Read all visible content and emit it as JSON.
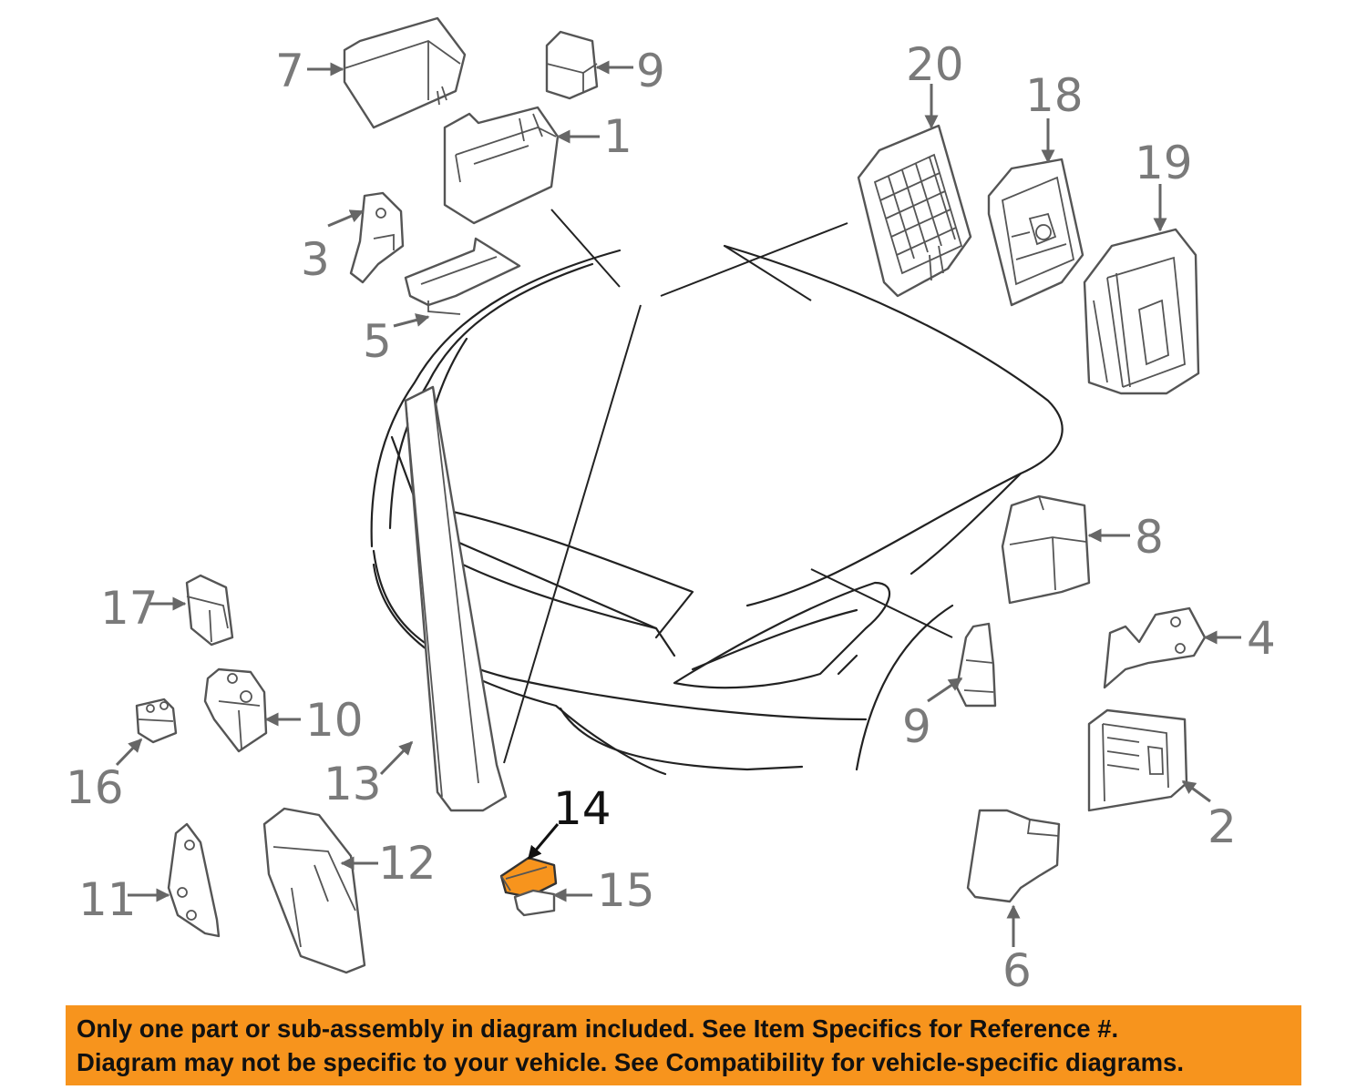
{
  "callouts": [
    {
      "id": "c1",
      "label": "1"
    },
    {
      "id": "c2",
      "label": "2"
    },
    {
      "id": "c3",
      "label": "3"
    },
    {
      "id": "c4",
      "label": "4"
    },
    {
      "id": "c5",
      "label": "5"
    },
    {
      "id": "c6",
      "label": "6"
    },
    {
      "id": "c7",
      "label": "7"
    },
    {
      "id": "c8",
      "label": "8"
    },
    {
      "id": "c9a",
      "label": "9"
    },
    {
      "id": "c9b",
      "label": "9"
    },
    {
      "id": "c10",
      "label": "10"
    },
    {
      "id": "c11",
      "label": "11"
    },
    {
      "id": "c12",
      "label": "12"
    },
    {
      "id": "c13",
      "label": "13"
    },
    {
      "id": "c14",
      "label": "14"
    },
    {
      "id": "c15",
      "label": "15"
    },
    {
      "id": "c16",
      "label": "16"
    },
    {
      "id": "c17",
      "label": "17"
    },
    {
      "id": "c18",
      "label": "18"
    },
    {
      "id": "c19",
      "label": "19"
    },
    {
      "id": "c20",
      "label": "20"
    }
  ],
  "highlight": {
    "part": "14",
    "color": "#f7941d"
  },
  "banner": {
    "line1": "Only one part or sub-assembly in diagram included. See Item Specifics for Reference #.",
    "line2": "Diagram may not be specific to your vehicle. See Compatibility for vehicle-specific diagrams.",
    "background": "#f7941d"
  }
}
